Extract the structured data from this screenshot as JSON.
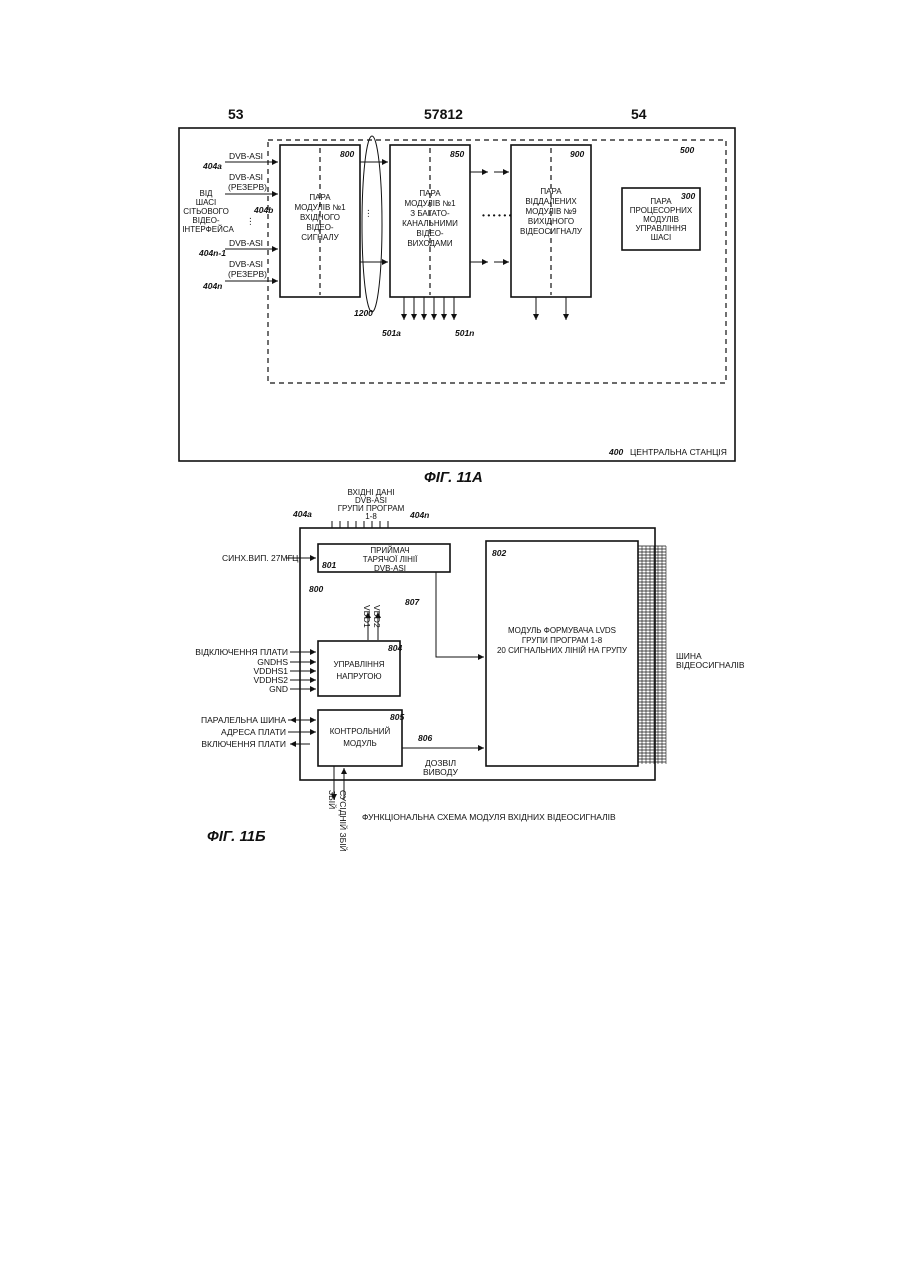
{
  "header": {
    "left_number": "53",
    "center_number": "57812",
    "right_number": "54"
  },
  "fig11a": {
    "caption": "ФІГ. 11А",
    "station_ref": "400",
    "station_label": "ЦЕНТРАЛЬНА СТАНЦІЯ",
    "dashed_ref": "500",
    "inputs": [
      {
        "label": "DVB-ASI",
        "ref": "404a"
      },
      {
        "label": "DVB-ASI",
        "label2": "(РЕЗЕРВ)",
        "ref": "404b"
      },
      {
        "label": "DVB-ASI",
        "ref": "404n-1"
      },
      {
        "label": "DVB-ASI",
        "label2": "(РЕЗЕРВ)",
        "ref": "404n"
      }
    ],
    "source_label": [
      "ВІД",
      "ШАСІ",
      "СІТЬОВОГО",
      "ВІДЕО-",
      "ІНТЕРФЕЙСА"
    ],
    "bus_ref": "1200",
    "output_refs": [
      "501a",
      "501n"
    ],
    "modules": [
      {
        "ref": "800",
        "lines": [
          "ПАРА",
          "МОДУЛІВ №1",
          "ВХІДНОГО",
          "ВІДЕО-",
          "СИГНАЛУ"
        ]
      },
      {
        "ref": "850",
        "lines": [
          "ПАРА",
          "МОДУЛІВ №1",
          "З БАГАТО-",
          "КАНАЛЬНИМИ",
          "ВІДЕО-",
          "ВИХОДАМИ"
        ]
      },
      {
        "ref": "900",
        "lines": [
          "ПАРА",
          "ВІДДАЛЕНИХ",
          "МОДУЛІВ №9",
          "ВИХІДНОГО",
          "ВІДЕОСИГНАЛУ"
        ]
      },
      {
        "ref": "300",
        "lines": [
          "ПАРА",
          "ПРОЦЕСОРНИХ",
          "МОДУЛІВ",
          "УПРАВЛІННЯ",
          "ШАСІ"
        ]
      }
    ]
  },
  "fig11b": {
    "caption": "ФІГ. 11Б",
    "title": "ФУНКЦІОНАЛЬНА СХЕМА МОДУЛЯ ВХІДНИХ ВІДЕОСИГНАЛІВ",
    "top_input_label": [
      "ВХІДНІ ДАНІ",
      "DVB-ASI",
      "ГРУПИ ПРОГРАМ",
      "1-8"
    ],
    "input_refs": [
      "404a",
      "404n"
    ],
    "module_ref": "800",
    "sync_label": "СИНХ.ВИП. 27МГЦ",
    "receiver": {
      "ref": "801",
      "lines": [
        "ПРИЙМАЧ",
        "ТАРЯЧОЇ ЛІНІЇ",
        "DVB-ASI"
      ]
    },
    "lvds": {
      "ref": "802",
      "lines": [
        "МОДУЛЬ ФОРМУВАЧА LVDS",
        "ГРУПИ ПРОГРАМ 1-8",
        "20 СИГНАЛЬНИХ ЛІНІЙ НА ГРУПУ"
      ]
    },
    "power": {
      "ref": "804",
      "lines": [
        "УПРАВЛІННЯ",
        "НАПРУГОЮ"
      ]
    },
    "controller": {
      "ref": "805",
      "lines": [
        "КОНТРОЛЬНИЙ",
        "МОДУЛЬ"
      ]
    },
    "vdd_labels": [
      "VDD2",
      "VDD1"
    ],
    "power_inputs": [
      "ВІДКЛЮЧЕННЯ ПЛАТИ",
      "GNDHS",
      "VDDHS1",
      "VDDHS2",
      "GND"
    ],
    "bus_inputs": [
      "ПАРАЛЕЛЬНА ШИНА",
      "АДРЕСА ПЛАТИ",
      "ВКЛЮЧЕННЯ ПЛАТИ"
    ],
    "link_807": "807",
    "link_806": "806",
    "enable_label": [
      "ДОЗВІЛ",
      "ВИВОДУ"
    ],
    "bottom_labels": [
      "ЗБІЙ",
      "СУСІДНІЙ ЗБІЙ"
    ],
    "bus_out_label": [
      "ШИНА",
      "ВІДЕОСИГНАЛІВ"
    ]
  }
}
